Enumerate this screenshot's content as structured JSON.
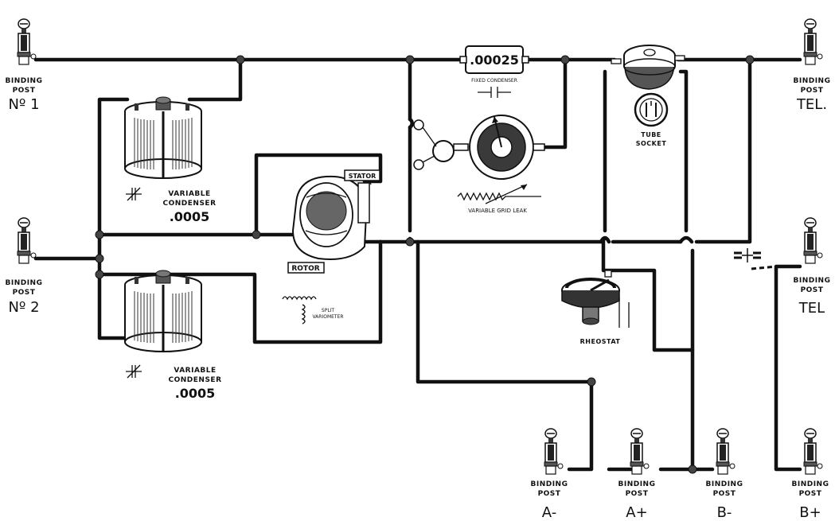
{
  "posts": {
    "no1": {
      "line1": "BINDING",
      "line2": "POST",
      "name": "Nº 1"
    },
    "no2": {
      "line1": "BINDING",
      "line2": "POST",
      "name": "Nº 2"
    },
    "tel1": {
      "line1": "BINDING",
      "line2": "POST",
      "name": "TEL."
    },
    "tel2": {
      "line1": "BINDING",
      "line2": "POST",
      "name": "TEL"
    },
    "a_minus": {
      "line1": "BINDING",
      "line2": "POST",
      "name": "A-"
    },
    "a_plus": {
      "line1": "BINDING",
      "line2": "POST",
      "name": "A+"
    },
    "b_minus": {
      "line1": "BINDING",
      "line2": "POST",
      "name": "B-"
    },
    "b_plus": {
      "line1": "BINDING",
      "line2": "POST",
      "name": "B+"
    }
  },
  "condenser_top": {
    "line1": "VARIABLE",
    "line2": "CONDENSER",
    "value": ".0005"
  },
  "condenser_bottom": {
    "line1": "VARIABLE",
    "line2": "CONDENSER",
    "value": ".0005"
  },
  "fixed_condenser": {
    "value": ".00025",
    "label": "FIXED CONDENSER"
  },
  "variometer": {
    "stator": "STATOR",
    "rotor": "ROTOR",
    "line1": "SPLIT",
    "line2": "VARIOMETER"
  },
  "grid_leak": {
    "label": "VARIABLE GRID LEAK"
  },
  "tube_socket": {
    "line1": "TUBE",
    "line2": "SOCKET"
  },
  "rheostat": {
    "label": "RHEOSTAT"
  }
}
